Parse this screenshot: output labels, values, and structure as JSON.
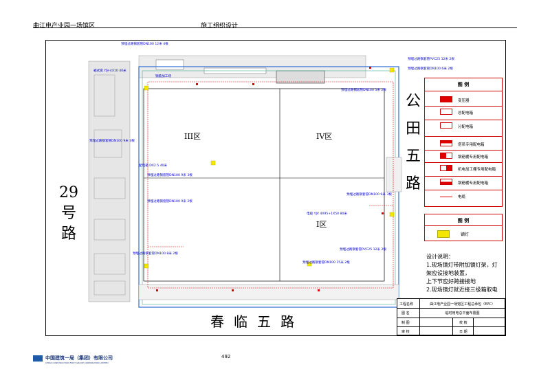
{
  "header": {
    "left_title": "曲江电产业园一场馆区",
    "center_title": "施工组织设计"
  },
  "roads": {
    "left": "29号路",
    "bottom": "春临五路",
    "right": "公田五路"
  },
  "zones": {
    "z3": "III区",
    "z4": "IV区",
    "z1": "I区"
  },
  "labels": {
    "pipe_top": "预埋过路钢套管DN100 12米 4根",
    "pipe_top_right": "预埋过路钢套管PVC25 12米 2根",
    "pipe_top_right2": "预埋过路钢套管DN100 6米 2根",
    "pipe_mid_right": "预埋过路钢套管DN100 5米 2根",
    "pipe_left": "预埋过路钢套管DN100 9米 3根",
    "pipe_center": "预埋过路钢套管DN100 9米 3根",
    "pipe_center2": "预埋过路钢套管DN100 9米 2根",
    "pipe_right_mid": "预埋过路钢套管DN100 9米 3根",
    "pipe_lower_right": "预埋过路钢套管PVC25 12米 2根",
    "pipe_bottom": "预埋过路钢套管DN100 15米 2根",
    "pipe_bottom_left": "预埋过路钢套管DN100 8米 2根",
    "transformer_left": "箱式变 YJV-4X10 40米",
    "cable_mid": "电缆 YJV 4X95+1X50 80米",
    "steel_yard": "钢筋加工场",
    "electric_left": "配电箱 DX2.5 40米"
  },
  "legend": {
    "title": "图 例",
    "items": [
      {
        "name": "变压器",
        "icon": "transformer-icon"
      },
      {
        "name": "总配电箱",
        "icon": "main-box-icon"
      },
      {
        "name": "分配电箱",
        "icon": "sub-box-icon"
      },
      {
        "name": "塔吊专用配电箱",
        "icon": "tower-box-icon"
      },
      {
        "name": "钢筋棚专用配电箱",
        "icon": "rebar-box-icon"
      },
      {
        "name": "机电加工棚专用配电箱",
        "icon": "mep-box-icon"
      },
      {
        "name": "钢筋棚专用配电箱",
        "icon": "rebar-box2-icon"
      },
      {
        "name": "电缆",
        "icon": "cable-icon"
      }
    ],
    "transformer_tag": "变压器"
  },
  "legend2": {
    "title": "图 例",
    "item": "镝灯"
  },
  "notes": {
    "title": "设计说明：",
    "lines": [
      "1.现场镝灯带附加镝灯架，灯",
      "架应设接地装置，",
      "上下节应好跨接接地",
      "2.现场镝灯就近接三级箱取电"
    ]
  },
  "title_block": {
    "project_label": "工程名称",
    "project_value": "曲江电产业园一场馆区工程总承包（EPC）",
    "drawing_label": "图 名",
    "drawing_value": "临时用电总平面布置图",
    "made_label": "制 图",
    "review_label": "审 核",
    "check_label": "校 核",
    "date_label": "日 期"
  },
  "footer": {
    "company": "中国建筑一局（集团）有限公司",
    "company_en": "CHINA CONSTRUCTION FIRST GROUP CORPORATION LIMITED",
    "page": "492"
  }
}
